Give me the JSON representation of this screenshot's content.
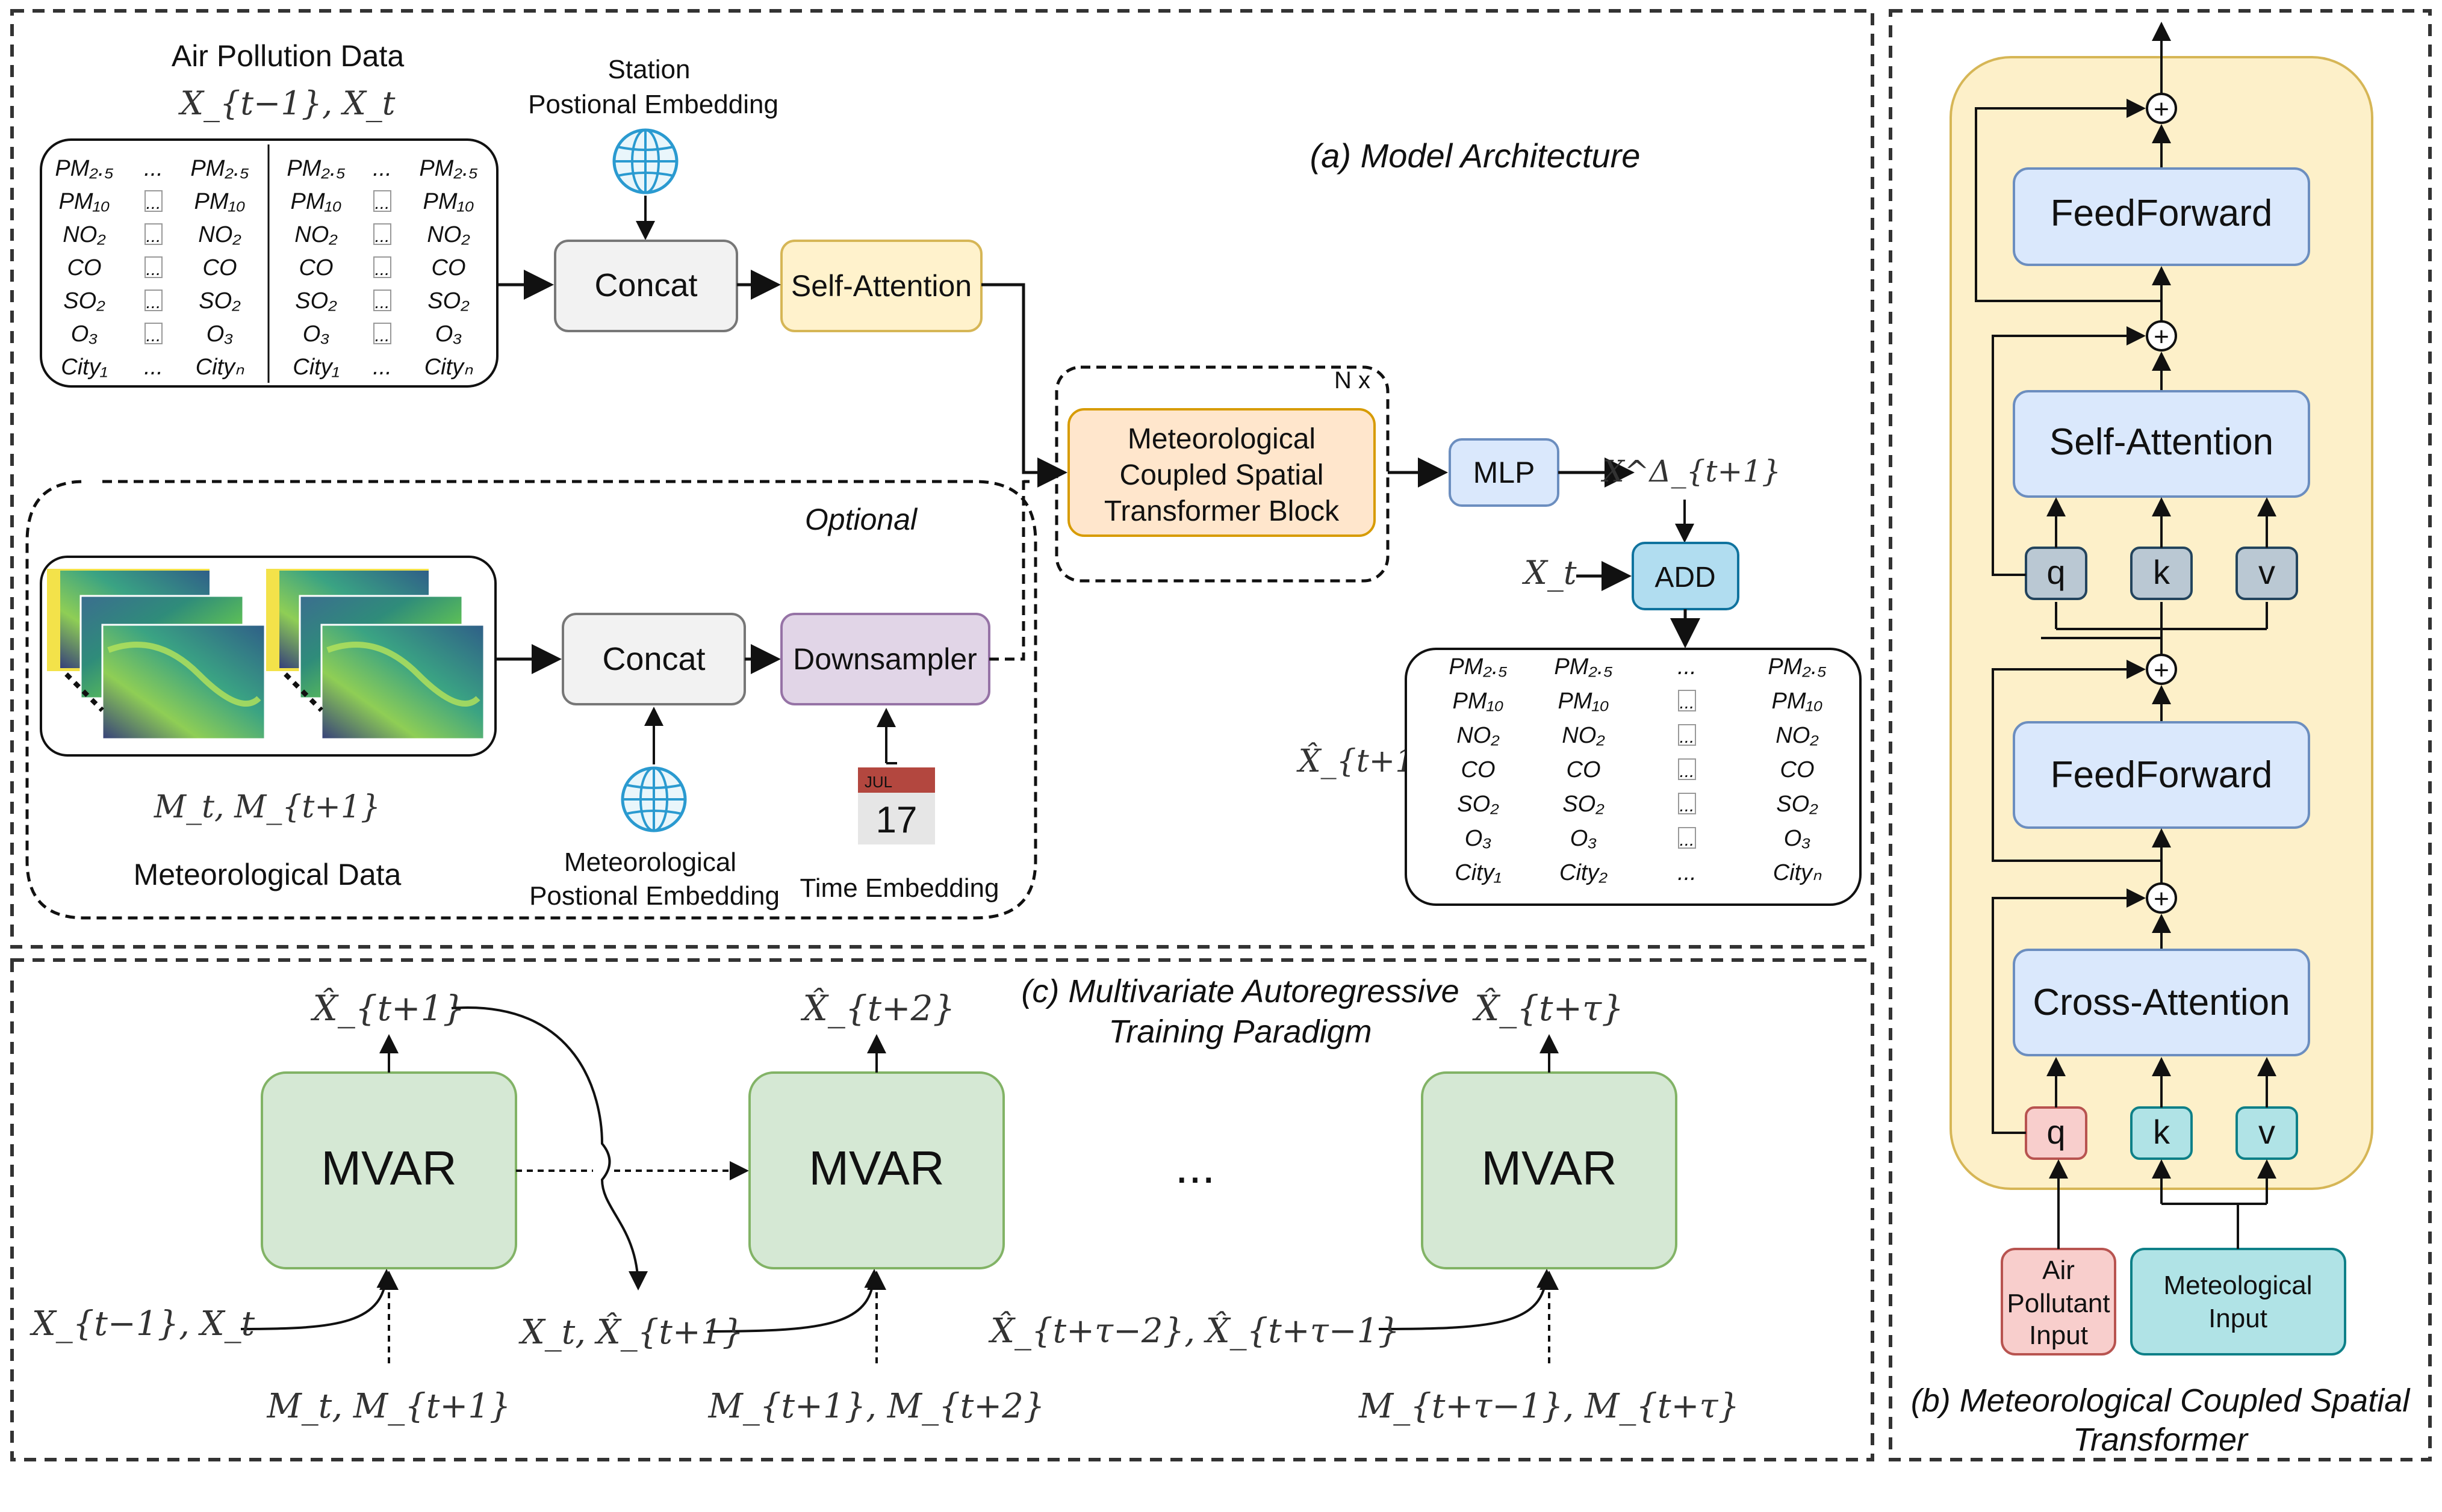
{
  "colors": {
    "concat": "#f2f2f2",
    "self_attention": "#fff2cc",
    "mcst": "#ffe6cc",
    "mlp": "#dae8fc",
    "add": "#b1ddf0",
    "downsampler": "#e1d5e7",
    "mvar": "#d5e8d4",
    "panel_b_bg": "#fdf0c9",
    "qkv_gray": "#bac8d3",
    "qkv_teal": "#b0e3e6",
    "q_pink": "#f8cecc",
    "dash": "#333333"
  },
  "icons": {
    "station_embedding": "globe-icon",
    "meteo_embedding": "globe-icon",
    "time_embedding": "calendar-icon"
  },
  "panel_a": {
    "title": "(a) Model Architecture",
    "air_title": "Air Pollution Data",
    "air_sub": "X_{t−1}, X_t",
    "station_label_1": "Station",
    "station_label_2": "Postional Embedding",
    "concat_top": "Concat",
    "self_attention": "Self-Attention",
    "n_label": "N x",
    "mcst_line1": "Meteorological",
    "mcst_line2": "Coupled Spatial",
    "mcst_line3": "Transformer Block",
    "mlp": "MLP",
    "x_delta": "X^Δ_{t+1}",
    "xt": "X_t",
    "add": "ADD",
    "xhat": "X̂_{t+1}",
    "optional": "Optional",
    "concat_bottom": "Concat",
    "downsampler": "Downsampler",
    "meteo_sub": "M_t, M_{t+1}",
    "meteo_title": "Meteorological Data",
    "meteo_emb_1": "Meteorological",
    "meteo_emb_2": "Postional Embedding",
    "time_embedding": "Time Embedding",
    "calendar_month": "JUL",
    "calendar_day": "17",
    "input_cols": [
      "PM₂.₅",
      "PM₁₀",
      "NO₂",
      "CO",
      "SO₂",
      "O₃",
      "City₁",
      "...",
      "PM₂.₅",
      "PM₁₀",
      "NO₂",
      "CO",
      "SO₂",
      "O₃",
      "Cityₙ"
    ],
    "output_header": [
      "PM₂.₅",
      "PM₁₀",
      "NO₂",
      "CO",
      "SO₂",
      "O₃"
    ],
    "input_city_1": "City₁",
    "input_city_n": "Cityₙ",
    "output_city_1": "City₁",
    "output_city_2": "City₂",
    "output_city_n": "Cityₙ",
    "ellipsis": "..."
  },
  "panel_b": {
    "title_1": "(b) Meteorological Coupled Spatial",
    "title_2": "Transformer",
    "feedforward_top": "FeedForward",
    "self_attention": "Self-Attention",
    "feedforward_mid": "FeedForward",
    "cross_attention": "Cross-Attention",
    "q": "q",
    "k": "k",
    "v": "v",
    "plus": "+",
    "air_input_1": "Air",
    "air_input_2": "Pollutant",
    "air_input_3": "Input",
    "meteo_input_1": "Meteological",
    "meteo_input_2": "Input"
  },
  "panel_c": {
    "title_1": "(c) Multivariate Autoregressive",
    "title_2": "Training Paradigm",
    "mvar": "MVAR",
    "ellipsis": "...",
    "out_1": "X̂_{t+1}",
    "out_2": "X̂_{t+2}",
    "out_3": "X̂_{t+τ}",
    "in_1": "X_{t−1}, X_t",
    "in_2": "X_t, X̂_{t+1}",
    "in_3": "X̂_{t+τ−2}, X̂_{t+τ−1}",
    "m_1": "M_t, M_{t+1}",
    "m_2": "M_{t+1}, M_{t+2}",
    "m_3": "M_{t+τ−1}, M_{t+τ}"
  }
}
